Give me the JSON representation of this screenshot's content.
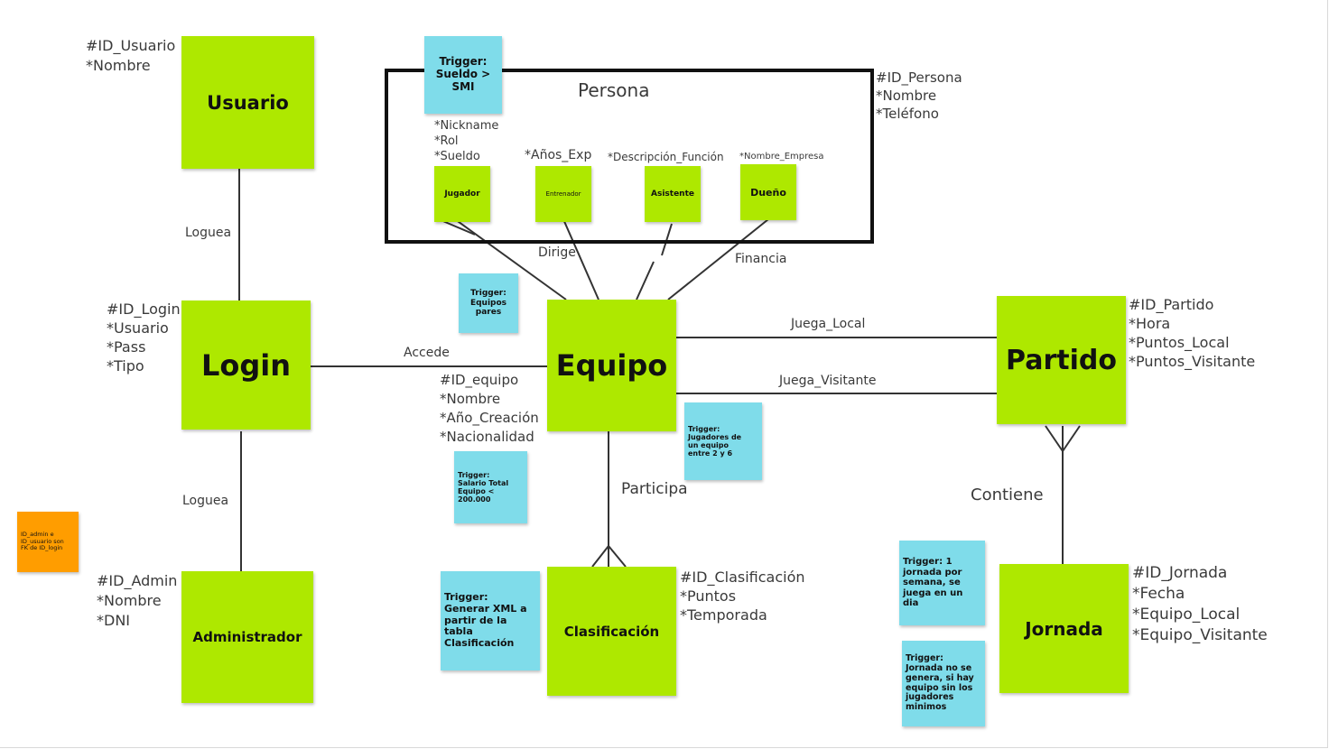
{
  "entities": {
    "usuario": {
      "name": "Usuario",
      "attrs": "#ID_Usuario\n*Nombre"
    },
    "login": {
      "name": "Login",
      "attrs": "#ID_Login\n*Usuario\n*Pass\n*Tipo"
    },
    "administrador": {
      "name": "Administrador",
      "attrs": "#ID_Admin\n*Nombre\n*DNI"
    },
    "equipo": {
      "name": "Equipo",
      "attrs": "#ID_equipo\n*Nombre\n*Año_Creación\n*Nacionalidad"
    },
    "partido": {
      "name": "Partido",
      "attrs": "#ID_Partido\n*Hora\n*Puntos_Local\n*Puntos_Visitante"
    },
    "clasificacion": {
      "name": "Clasificación",
      "attrs": "#ID_Clasificación\n*Puntos\n*Temporada"
    },
    "jornada": {
      "name": "Jornada",
      "attrs": "#ID_Jornada\n*Fecha\n*Equipo_Local\n*Equipo_Visitante"
    },
    "persona": {
      "name": "Persona",
      "attrs": "#ID_Persona\n*Nombre\n*Teléfono"
    },
    "jugador": {
      "name": "Jugador",
      "attrs": "*Nickname\n*Rol\n*Sueldo"
    },
    "entrenador": {
      "name": "Entrenador",
      "attrs": "*Años_Exp"
    },
    "asistente": {
      "name": "Asistente",
      "attrs": "*Descripción_Función"
    },
    "dueno": {
      "name": "Dueño",
      "attrs": "*Nombre_Empresa"
    }
  },
  "relations": {
    "loguea_usuario": "Loguea",
    "loguea_admin": "Loguea",
    "accede": "Accede",
    "dirige": "Dirige",
    "financia": "Financia",
    "juega_local": "Juega_Local",
    "juega_visitante": "Juega_Visitante",
    "participa": "Participa",
    "contiene": "Contiene"
  },
  "notes": {
    "trigger_sueldo": "Trigger:\nSueldo >\nSMI",
    "trigger_pares": "Trigger:\nEquipos\npares",
    "trigger_jugadores": "Trigger:\nJugadores de\nun equipo\nentre 2 y 6",
    "trigger_salario": "Trigger:\nSalario Total\nEquipo <\n200.000",
    "trigger_xml": "Trigger:\nGenerar XML a\npartir de la\ntabla\nClasificación",
    "trigger_jornada_semana": "Trigger: 1\njornada por\nsemana, se\njuega en un\ndia",
    "trigger_jornada_minimos": "Trigger:\nJornada no se\ngenera, si hay\nequipo sin los\njugadores\nminimos",
    "admin_fk": "ID_admin e\nID_usuario son\nFK de ID_login"
  },
  "colors": {
    "entity": "#aee800",
    "trigger": "#7fdcea",
    "note": "#ff9d00",
    "line": "#333333"
  }
}
